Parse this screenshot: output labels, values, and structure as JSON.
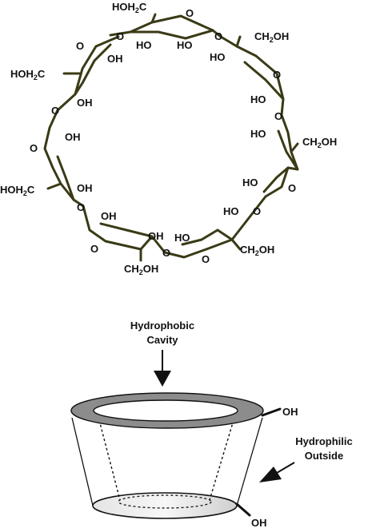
{
  "structure": {
    "ring_oxygen_label": "O",
    "hydroxyl_label": "HO",
    "hydroxyl_label_right": "OH",
    "ch2oh_left": {
      "pre": "HOH",
      "sub": "2",
      "post": "C"
    },
    "ch2oh_right": {
      "pre": "CH",
      "sub": "2",
      "post": "OH"
    }
  },
  "cone": {
    "cavity_label_line1": "Hydrophobic",
    "cavity_label_line2": "Cavity",
    "outside_label_line1": "Hydrophilic",
    "outside_label_line2": "Outside",
    "top_oh_label": "OH",
    "bottom_oh_label": "OH"
  },
  "colors": {
    "bond": "#3a3a16",
    "text": "#111111",
    "rim_top": "#8c8c8c",
    "rim_bottom": "#d9d9d9",
    "line": "#111111"
  }
}
